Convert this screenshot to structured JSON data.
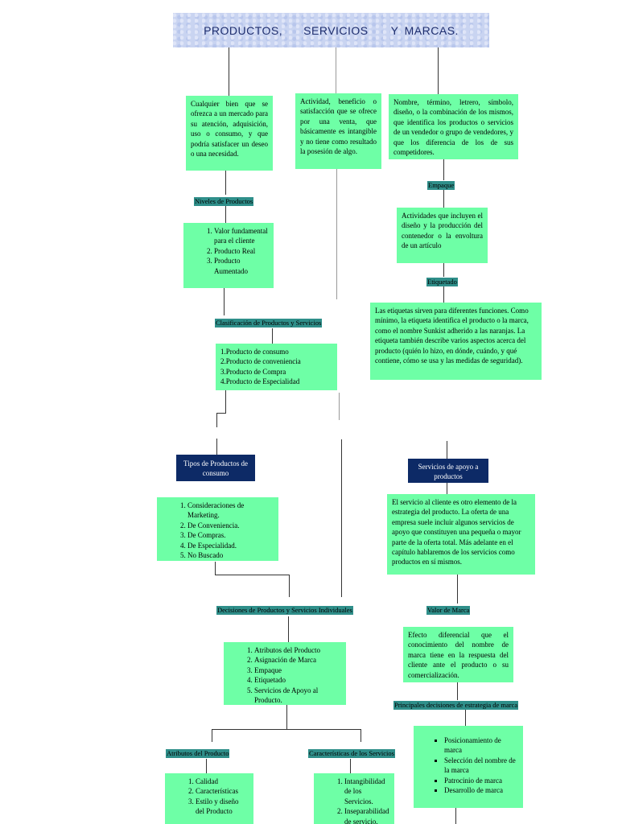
{
  "title": {
    "w1": "PRODUCTOS,",
    "w2": "SERVICIOS",
    "w3": "Y MARCAS."
  },
  "product_def": "Cualquier bien que se ofrezca a un mercado para su atención, adquisición, uso o consumo, y que podría satisfacer un deseo o una necesidad.",
  "service_def": "Actividad, beneficio o satisfacción que se ofrece por una venta, que básicamente es intangible y no tiene como resultado la posesión de algo.",
  "brand_def": "Nombre, término, letrero, símbolo, diseño, o la combinación de los mismos, que identifica los productos o servicios de un vendedor o grupo de vendedores, y que los diferencia de los de sus competidores.",
  "labels": {
    "niveles": "Niveles de Productos",
    "empaque": "Empaque",
    "etiquetado": "Etiquetado",
    "clasificacion": "Clasificación de Productos y Servicios",
    "decisiones": "Decisiones de Productos y Servicios Individuales",
    "valor_marca": "Valor de Marca",
    "principales": "Principales decisiones de estrategia de marca",
    "atributos": "Atributos del Producto",
    "caracteristicas": "Características de los Servicios"
  },
  "niveles_items": [
    "Valor fundamental para el cliente",
    "Producto Real",
    "Producto Aumentado"
  ],
  "empaque_text": "Actividades que incluyen el diseño y la producción del contenedor o la envoltura de un artículo",
  "etiquetado_text": "Las etiquetas sirven para diferentes funciones. Como mínimo, la etiqueta identifica el producto o la marca, como el nombre Sunkist adherido a las naranjas. La etiqueta también describe varios aspectos acerca del producto (quién lo hizo, en dónde, cuándo, y qué contiene, cómo se usa y las medidas de seguridad).",
  "clasificacion_items": [
    "1.Producto de consumo",
    "2.Producto de conveniencia",
    "3.Producto de Compra",
    "4.Producto de Especialidad"
  ],
  "tipos_title": "Tipos de Productos de consumo",
  "tipos_items": [
    "Consideraciones de Marketing.",
    "De Conveniencia.",
    "De Compras.",
    "De Especialidad.",
    "No Buscado"
  ],
  "apoyo_title": "Servicios de apoyo a productos",
  "apoyo_text": "El servicio al cliente es otro elemento de la estrategia del producto. La oferta de una empresa suele incluir algunos servicios de apoyo que constituyen una pequeña o mayor parte de la oferta total. Más adelante en el capítulo hablaremos de los servicios como productos en sí mismos.",
  "decisiones_items": [
    "Atributos del Producto",
    "Asignación de Marca",
    "Empaque",
    "Etiquetado",
    "Servicios de Apoyo al Producto."
  ],
  "valor_text": "Efecto diferencial que el conocimiento del nombre de marca tiene en la respuesta del cliente ante el producto o su comercialización.",
  "principales_items": [
    "Posicionamiento de marca",
    "Selección del nombre de la marca",
    "Patrocinio de marca",
    "Desarrollo de marca"
  ],
  "atributos_items": [
    "Calidad",
    "Características",
    "Estilo y diseño del Producto"
  ],
  "caracteristicas_items": [
    "Intangibilidad de los Servicios.",
    "Inseparabilidad de servicio."
  ],
  "colors": {
    "box": "#6effa6",
    "label": "#2f8f8a",
    "navy": "#0d2a66",
    "title_bg": "#c9d4f1"
  }
}
